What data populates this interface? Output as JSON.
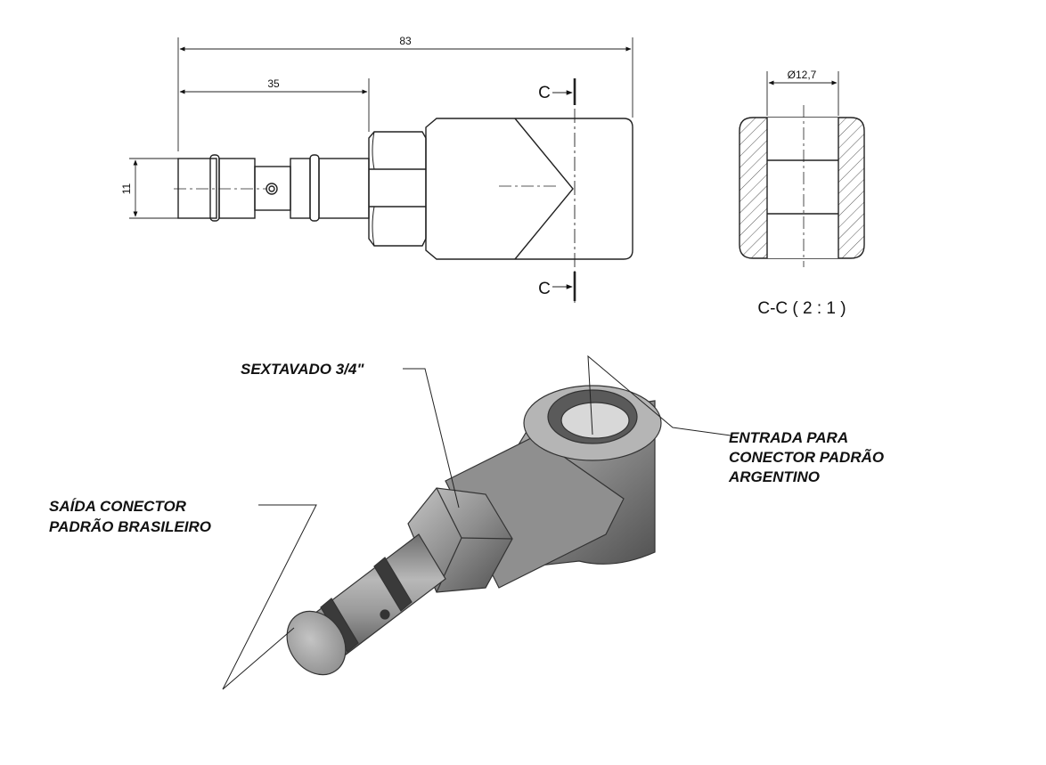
{
  "dimensions": {
    "overall_length": "83",
    "stem_length": "35",
    "stem_diameter": "11",
    "bore_diameter": "Ø12,7"
  },
  "section": {
    "cut_marker": "C",
    "view_label": "C-C ( 2 : 1 )"
  },
  "callouts": {
    "hex": "SEXTAVADO 3/4\"",
    "inlet_lines": [
      "ENTRADA PARA",
      "CONECTOR PADRÃO",
      "ARGENTINO"
    ],
    "outlet_lines": [
      "SAÍDA CONECTOR",
      "PADRÃO BRASILEIRO"
    ]
  }
}
